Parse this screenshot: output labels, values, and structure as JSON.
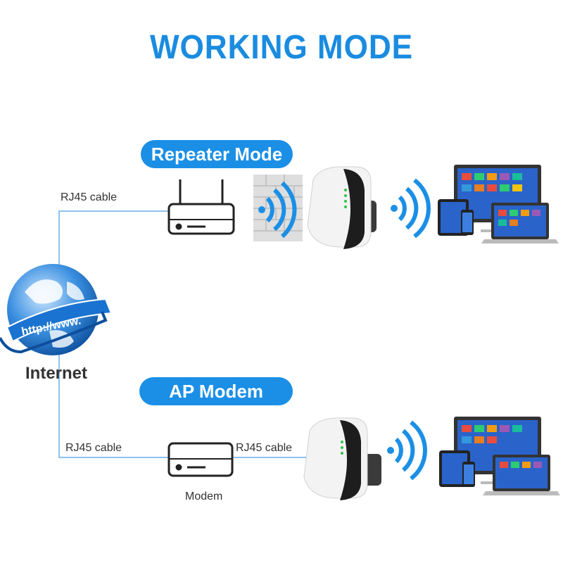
{
  "title": "WORKING MODE",
  "modes": {
    "repeater": "Repeater Mode",
    "ap": "AP Modem"
  },
  "labels": {
    "rj45_top": "RJ45 cable",
    "rj45_bottom_left": "RJ45 cable",
    "rj45_bottom_right": "RJ45 cable",
    "internet": "Internet",
    "globe_text": "http://www.",
    "modem": "Modem"
  },
  "colors": {
    "accent": "#1b8fe6",
    "line": "#6aaee8",
    "router": "#222222"
  },
  "icons": [
    "globe-icon",
    "router-icon",
    "brick-wall-icon",
    "wifi-signal-icon",
    "wifi-repeater-device-icon",
    "devices-icon",
    "modem-icon"
  ]
}
